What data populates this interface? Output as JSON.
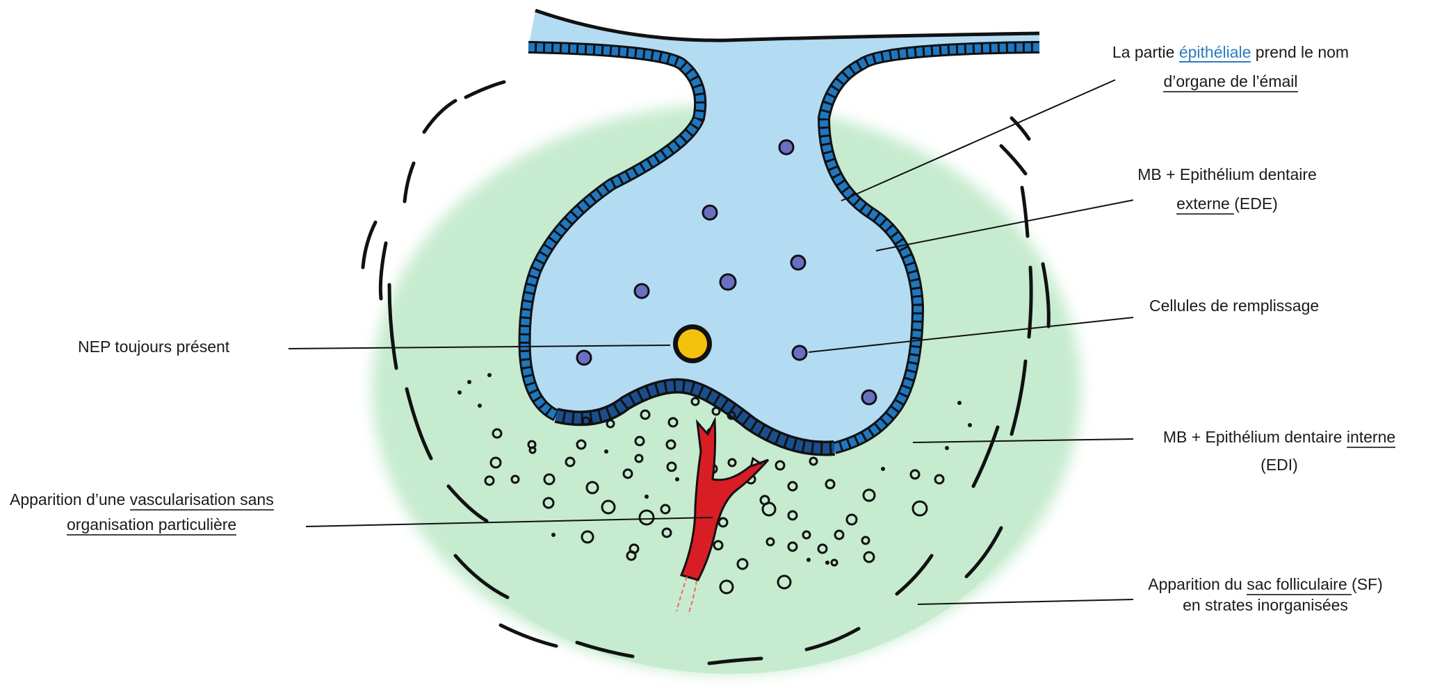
{
  "labels": {
    "epithelial": {
      "pre": "La partie ",
      "highlight": "épithéliale",
      "post": " prend le nom",
      "line2": "d’organe de l’émail"
    },
    "ede": {
      "line1": "MB + Epithélium dentaire",
      "line2_u": "externe ",
      "line2_rest": "(EDE)"
    },
    "remplissage": "Cellules de remplissage",
    "edi": {
      "line1_pre": "MB + Epithélium dentaire ",
      "line1_u": "interne",
      "line2": "(EDI)"
    },
    "sac": {
      "pre": "Apparition du ",
      "u": "sac folliculaire ",
      "post": "(SF)",
      "line2": "en strates inorganisées"
    },
    "nep": "NEP toujours présent",
    "vascular": {
      "pre": "Apparition d’une ",
      "u1": "vascularisation sans",
      "u2": "organisation particulière"
    }
  },
  "colors": {
    "mesenchyme": "#c6ebcf",
    "epithelium_fill": "#b3dcf3",
    "epithelium_border": "#1b5e9c",
    "nep": "#f4c20d",
    "vessel": "#d81e24",
    "text_highlight": "#2b7bbf"
  }
}
